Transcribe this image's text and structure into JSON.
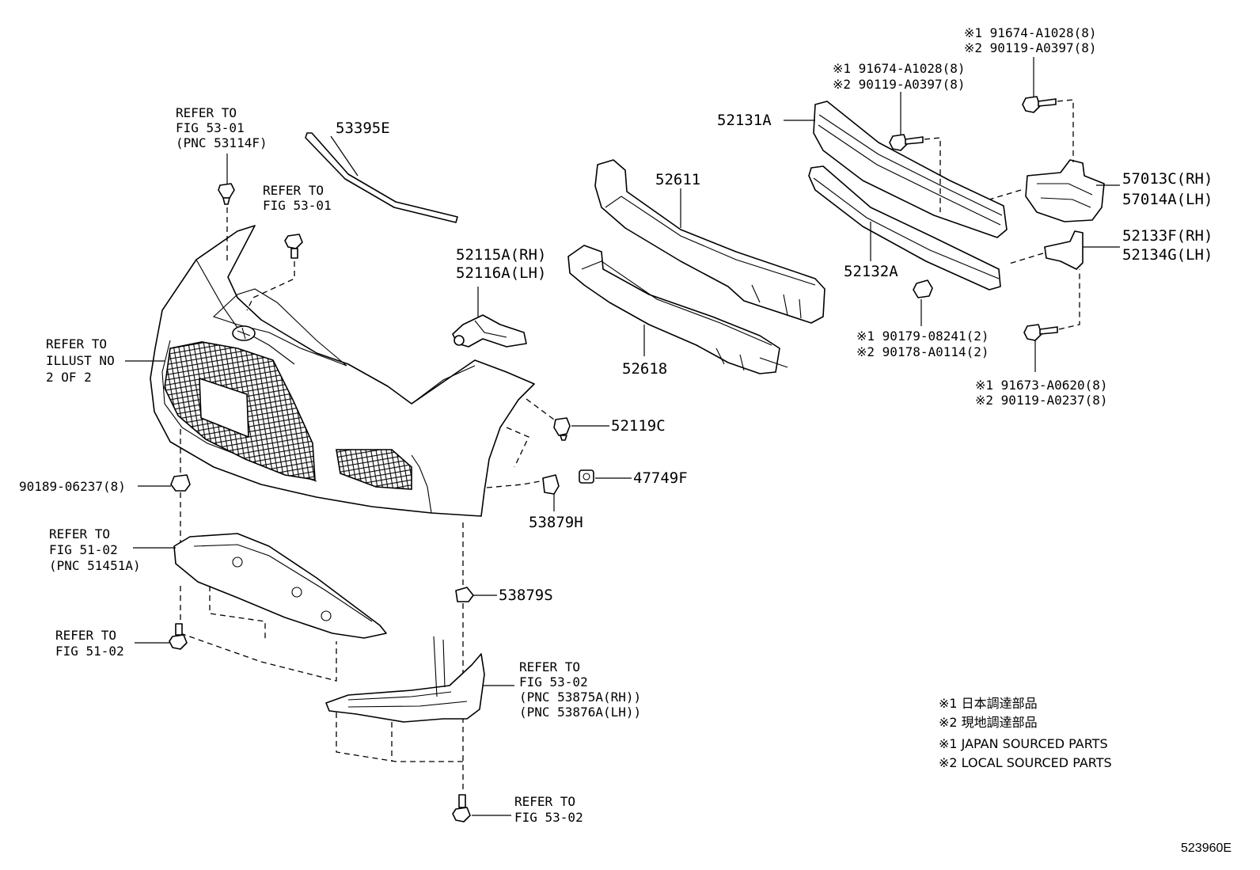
{
  "diagram_code": "523960E",
  "labels": {
    "refer_fig5301_pnc": [
      "REFER TO",
      "FIG 53-01",
      "(PNC 53114F)"
    ],
    "refer_fig5301": [
      "REFER TO",
      "FIG 53-01"
    ],
    "p53395e": "53395E",
    "refer_illust": [
      "REFER TO",
      "ILLUST NO",
      "2 OF 2"
    ],
    "p52115a": [
      "52115A(RH)",
      "52116A(LH)"
    ],
    "p52611": "52611",
    "p52618": "52618",
    "p52131a": "52131A",
    "p52132a": "52132A",
    "bolt_mid": [
      "※1 91674-A1028(8)",
      "※2 90119-A0397(8)"
    ],
    "bolt_top": [
      "※1 91674-A1028(8)",
      "※2 90119-A0397(8)"
    ],
    "p57013c": [
      "57013C(RH)",
      "57014A(LH)"
    ],
    "p52133f": [
      "52133F(RH)",
      "52134G(LH)"
    ],
    "nut": [
      "※1 90179-08241(2)",
      "※2 90178-A0114(2)"
    ],
    "bolt_low": [
      "※1 91673-A0620(8)",
      "※2 90119-A0237(8)"
    ],
    "p52119c": "52119C",
    "p47749f": "47749F",
    "p53879h": "53879H",
    "p90189": "90189-06237(8)",
    "refer_fig5102_pnc": [
      "REFER TO",
      "FIG 51-02",
      "(PNC 51451A)"
    ],
    "refer_fig5102": [
      "REFER TO",
      "FIG 51-02"
    ],
    "p53879s": "53879S",
    "refer_fig5302_pnc": [
      "REFER TO",
      "FIG 53-02",
      "(PNC 53875A(RH))",
      "(PNC 53876A(LH))"
    ],
    "refer_fig5302": [
      "REFER TO",
      "FIG 53-02"
    ]
  },
  "legend": [
    "※1 日本調達部品",
    "※2 現地調達部品",
    "※1 JAPAN SOURCED PARTS",
    "※2 LOCAL SOURCED PARTS"
  ]
}
